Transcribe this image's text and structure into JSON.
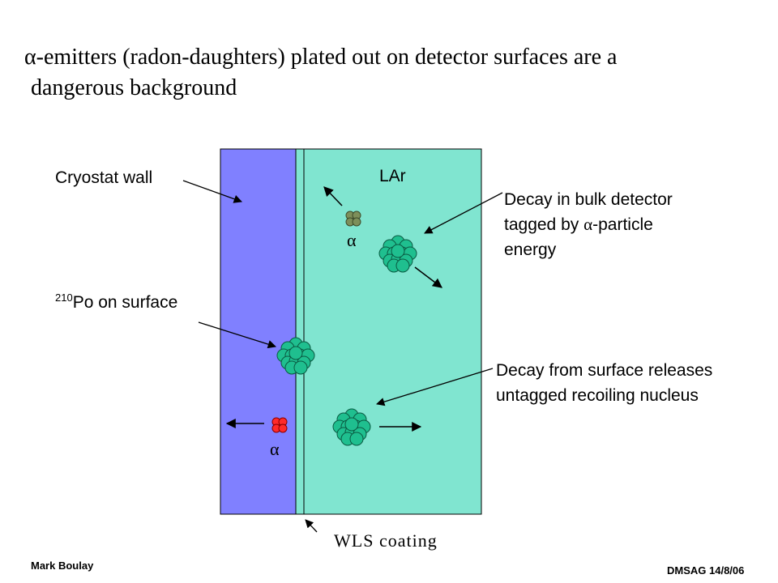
{
  "title": {
    "greek": "α",
    "line1": "-emitters (radon-daughters) plated out on detector surfaces are a",
    "line2": "dangerous background"
  },
  "labels": {
    "cryostat_wall": "Cryostat wall",
    "lar": "LAr",
    "po_sup": "210",
    "po_text": "Po on surface",
    "bulk_line1": "Decay in bulk detector",
    "bulk_line2_a": "tagged by ",
    "bulk_line2_b": "-particle",
    "bulk_line3": "energy",
    "surface_line1": "Decay from surface releases",
    "surface_line2": "untagged recoiling nucleus",
    "wls": "WLS coating",
    "alpha": "α"
  },
  "footer": {
    "author": "Mark Boulay",
    "event": "DMSAG 14/8/06"
  },
  "colors": {
    "cryostat": "#8080ff",
    "lar": "#80e5d0",
    "nucleus": "#1fbf8f",
    "alpha_small": "#7d8f5a",
    "alpha_red": "#ff2a2a"
  }
}
